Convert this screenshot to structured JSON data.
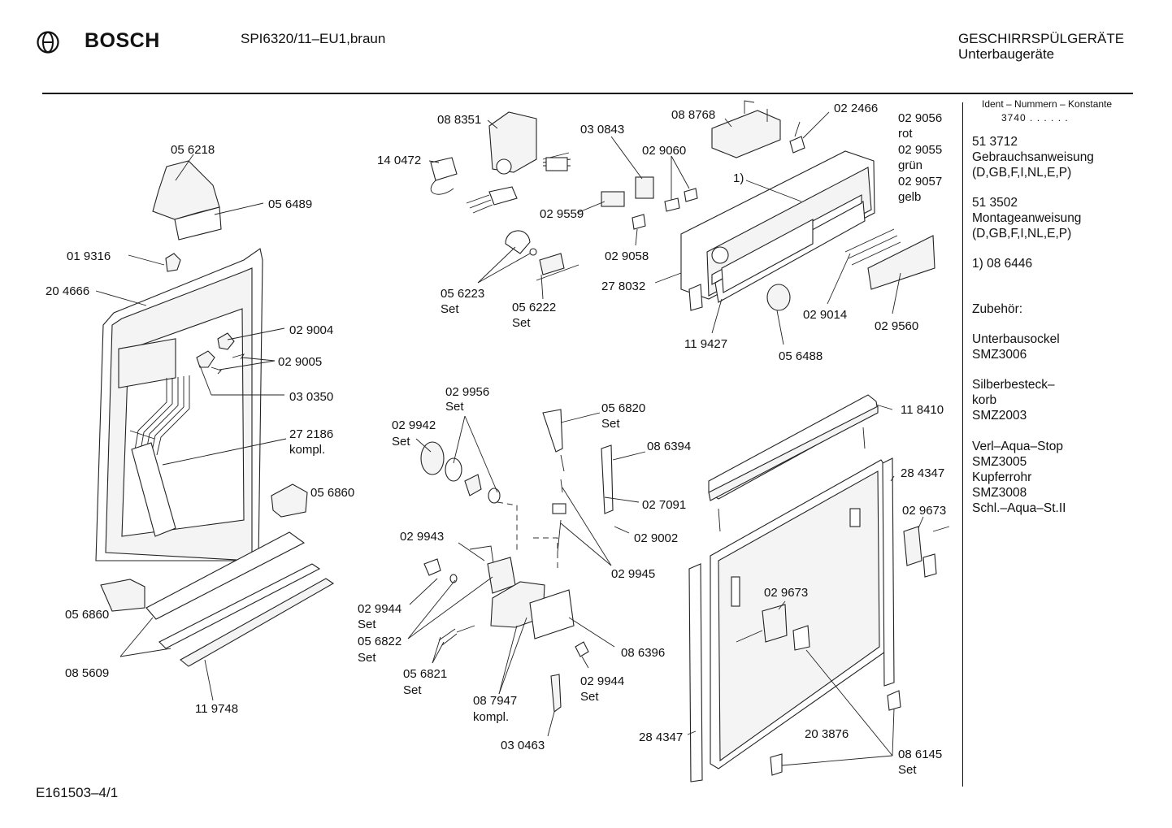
{
  "header": {
    "brand": "BOSCH",
    "model": "SPI6320/11–EU1,braun",
    "category": "GESCHIRRSPÜLGERÄTE",
    "subcategory": "Unterbaugeräte",
    "footer_code": "E161503–4/1"
  },
  "icons": {
    "logo": "bosch-armature-icon"
  },
  "colors": {
    "ink": "#111111",
    "background": "#ffffff"
  },
  "sidebar": {
    "ident_header": "Ident – Nummern – Konstante",
    "ident_value": "3740 . .   . . . .",
    "entries": [
      {
        "code": "51 3712",
        "lines": [
          "Gebrauchsanweisung",
          "(D,GB,F,I,NL,E,P)"
        ]
      },
      {
        "code": "51 3502",
        "lines": [
          "Montageanweisung",
          "(D,GB,F,I,NL,E,P)"
        ]
      },
      {
        "code": "1)  08 6446",
        "lines": []
      }
    ],
    "accessories_title": "Zubehör:",
    "accessories": [
      [
        "Unterbausockel",
        "SMZ3006"
      ],
      [
        "Silberbesteck–",
        "korb",
        "SMZ2003"
      ],
      [
        "Verl–Aqua–Stop",
        "SMZ3005",
        "Kupferrohr",
        "SMZ3008",
        "Schl.–Aqua–St.II"
      ]
    ]
  },
  "labels": [
    "05 6218",
    "05 6489",
    "01 9316",
    "20 4666",
    "02 9004",
    "02 9005",
    "03 0350",
    "27 2186",
    "kompl.",
    "05 6860",
    "05 6860",
    "08 5609",
    "11 9748",
    "08 8351",
    "14 0472",
    "03 0843",
    "02 9060",
    "02 9559",
    "02 9058",
    "05 6223",
    "Set",
    "05 6222",
    "Set",
    "27 8032",
    "11 9427",
    "05 6488",
    "08 8768",
    "02 2466",
    "02 9056",
    "rot",
    "02 9055",
    "grün",
    "02 9057",
    "gelb",
    "1)",
    "02 9014",
    "02 9560",
    "02 9956",
    "Set",
    "02 9942",
    "Set",
    "05 6820",
    "Set",
    "08 6394",
    "02 9943",
    "02 7091",
    "02 9002",
    "02 9945",
    "02 9944",
    "Set",
    "05 6822",
    "Set",
    "05 6821",
    "Set",
    "08 7947",
    "kompl.",
    "02 9944",
    "Set",
    "08 6396",
    "03 0463",
    "11 8410",
    "28 4347",
    "02 9673",
    "02 9673",
    "28 4347",
    "20 3876",
    "08 6145",
    "Set"
  ]
}
